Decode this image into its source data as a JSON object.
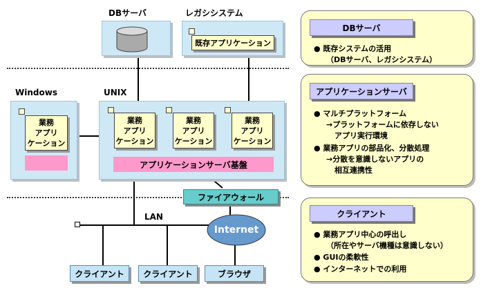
{
  "db_server": {
    "label": "DBサーバ"
  },
  "legacy_system": {
    "label": "レガシシステム",
    "app": "既存アプリケーション"
  },
  "windows": {
    "label": "Windows",
    "app": "業務\nアプリ\nケーション"
  },
  "unix": {
    "label": "UNIX",
    "apps": [
      "業務\nアプリ\nケーション",
      "業務\nアプリ\nケーション",
      "業務\nアプリ\nケーション"
    ],
    "platform": "アプリケーションサーバ基盤"
  },
  "firewall": "ファイアウォール",
  "lan": "LAN",
  "internet": "Internet",
  "clients": [
    "クライアント",
    "クライアント"
  ],
  "browser": "ブラウザ",
  "panels": [
    {
      "title": "DBサーバ",
      "lines": [
        "●  既存システムの活用",
        "（DBサーバ、レガシシステム）"
      ]
    },
    {
      "title": "アプリケーションサーバ",
      "lines": [
        "●  マルチプラットフォーム",
        "→プラットフォームに依存しない",
        "アプリ実行環境",
        "●  業務アプリの部品化、分散処理",
        "→分散を意識しないアプリの",
        "相互連携性"
      ]
    },
    {
      "title": "クライアント",
      "lines": [
        "●  業務アプリ中心の呼出し",
        "（所在やサーバ機種は意識しない）",
        "●  GUIの柔軟性",
        "●  インターネットでの利用"
      ]
    }
  ],
  "colors": {
    "box_blue": "#cfe8f5",
    "app_yellow": "#ffffcc",
    "platform_pink": "#ff99cc",
    "firewall_teal": "#66cccc",
    "title_lavender": "#ccccff"
  }
}
